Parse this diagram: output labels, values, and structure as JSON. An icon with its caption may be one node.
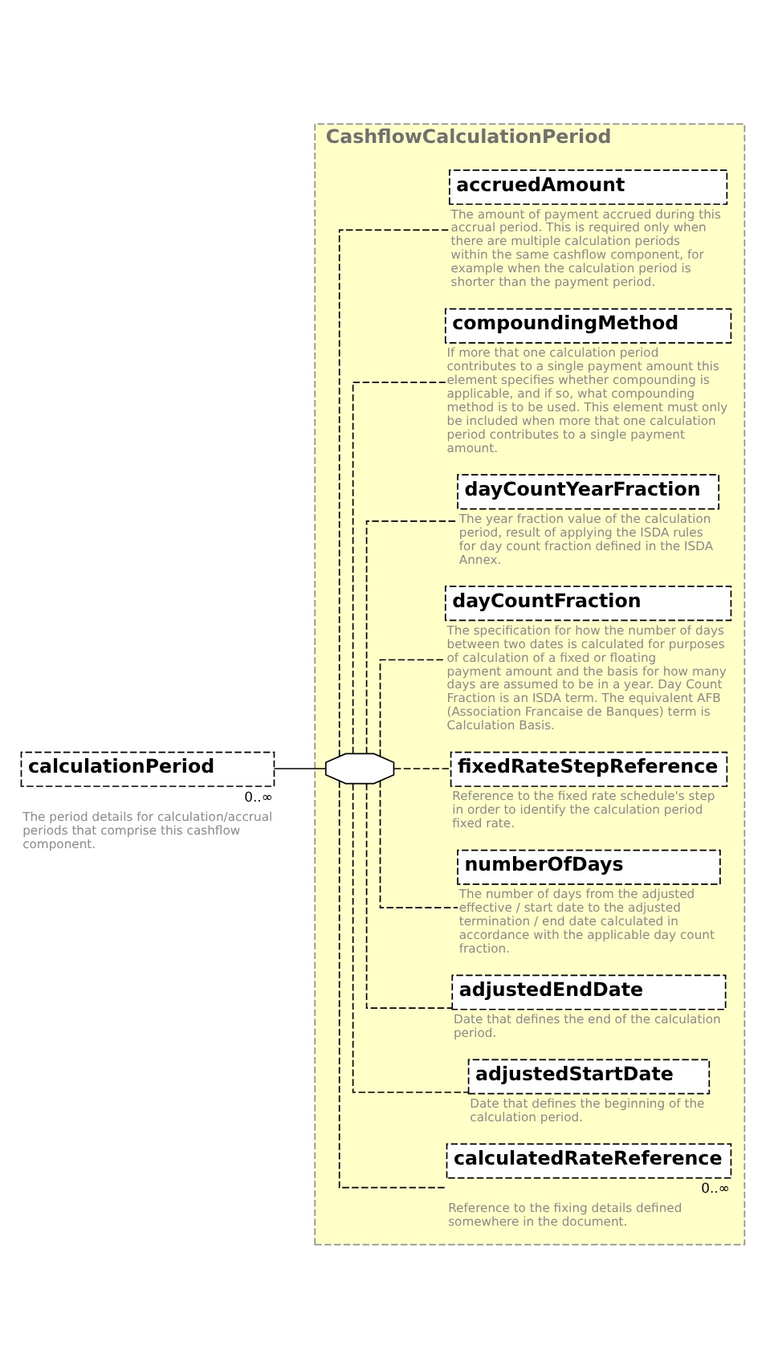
{
  "diagram": {
    "nodes": [
      {
        "text": [
          "calculationPeriod"
        ],
        "beside": [
          "0..∞",
          "The period details for calculation/accrual periods that comprise this cashflow component."
        ]
      },
      {
        "text": [
          "CashflowCalculationPeriod"
        ]
      },
      {
        "text": [],
        "shape": "octagon",
        "in": 1
      },
      {
        "text": [
          "calculatedRateReference"
        ],
        "in": 1,
        "beside": [
          "0..∞",
          "Reference to the fixing details defined somewhere in the document."
        ]
      },
      {
        "text": [
          "adjustedStartDate"
        ],
        "in": 1,
        "beside": [
          "Date that defines the beginning of the calculation period."
        ]
      },
      {
        "text": [
          "adjustedEndDate"
        ],
        "in": 1,
        "beside": [
          "Date that defines the end of the calculation period."
        ]
      },
      {
        "text": [
          "numberOfDays"
        ],
        "in": 1,
        "beside": [
          "The number of days from the adjusted effective / start date to the adjusted termination / end date calculated in accordance with the applicable day count fraction."
        ]
      },
      {
        "text": [
          "fixedRateStepReference"
        ],
        "in": 1,
        "beside": [
          "Reference to the fixed rate schedule's step in order to identify the calculation period fixed rate."
        ]
      },
      {
        "text": [
          "dayCountFraction"
        ],
        "in": 1,
        "beside": [
          "The specification for how the number of days between two dates is calculated for purposes of calculation of a fixed or floating payment amount and the basis for how many days are assumed to be in a year. Day Count Fraction is an ISDA term. The equivalent AFB (Association Francaise de Banques) term is Calculation Basis."
        ]
      },
      {
        "text": [
          "dayCountYearFraction"
        ],
        "in": 1,
        "beside": [
          "The year fraction value of the calculation period, result of applying the ISDA rules for day count fraction defined in the ISDA Annex."
        ]
      },
      {
        "text": [
          "compoundingMethod"
        ],
        "in": 1,
        "beside": [
          "If more that one calculation period contributes to a single payment amount this element specifies whether compounding is applicable, and if so, what compounding method is to be used. This element must only be included when more that one calculation period contributes to a single payment amount."
        ]
      },
      {
        "text": [
          "accruedAmount"
        ],
        "in": 1,
        "beside": [
          "The amount of payment accrued during this accrual period. This is required only when there are multiple calculation periods within the same cashflow component, for example when the calculation period is shorter than the payment period."
        ]
      }
    ],
    "edges": [
      {
        "from": 0,
        "to": 2,
        "arrow": "none"
      },
      {
        "from": 2,
        "to": 3,
        "arrow": "none",
        "style": "dashed"
      },
      {
        "from": 2,
        "to": 4,
        "arrow": "none",
        "style": "dashed"
      },
      {
        "from": 2,
        "to": 5,
        "arrow": "none",
        "style": "dashed"
      },
      {
        "from": 2,
        "to": 6,
        "arrow": "none",
        "style": "dashed"
      },
      {
        "from": 2,
        "to": 7,
        "arrow": "none",
        "style": "dashed"
      },
      {
        "from": 2,
        "to": 8,
        "arrow": "none",
        "style": "dashed"
      },
      {
        "from": 2,
        "to": 9,
        "arrow": "none",
        "style": "dashed"
      },
      {
        "from": 2,
        "to": 10,
        "arrow": "none",
        "style": "dashed"
      },
      {
        "from": 2,
        "to": 11,
        "arrow": "none",
        "style": "dashed"
      }
    ]
  }
}
